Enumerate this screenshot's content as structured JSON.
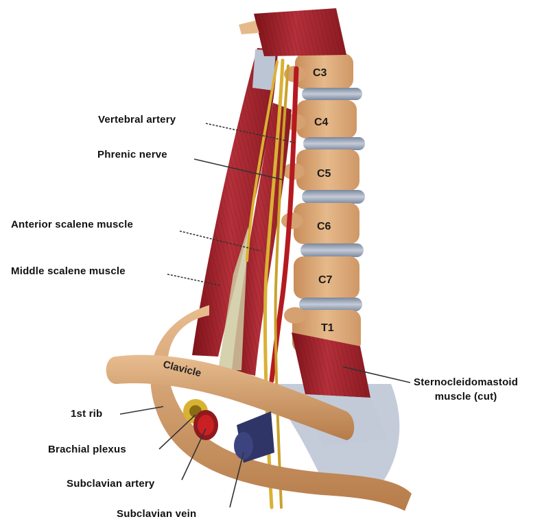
{
  "colors": {
    "muscle": "#a8202a",
    "bone": "#d9a877",
    "disc": "#8e9bb0",
    "nerve": "#d9b233",
    "artery": "#b51a20",
    "vein": "#2f3566",
    "tendon": "#b9c3d3"
  },
  "vertebrae": [
    "C3",
    "C4",
    "C5",
    "C6",
    "C7",
    "T1"
  ],
  "clavicle_label": "Clavicle",
  "labels": {
    "vertebral_artery": "Vertebral artery",
    "phrenic_nerve": "Phrenic nerve",
    "anterior_scalene": "Anterior scalene muscle",
    "middle_scalene": "Middle scalene muscle",
    "sternocleidomastoid_line1": "Sternocleidomastoid",
    "sternocleidomastoid_line2": "muscle (cut)",
    "first_rib": "1st rib",
    "brachial_plexus": "Brachial plexus",
    "subclavian_artery": "Subclavian artery",
    "subclavian_vein": "Subclavian vein"
  }
}
